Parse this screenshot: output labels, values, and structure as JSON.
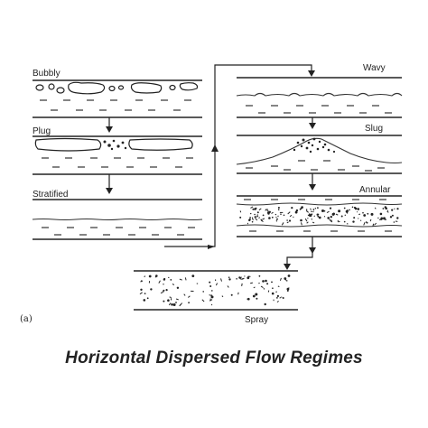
{
  "regimes": {
    "bubbly": "Bubbly",
    "plug": "Plug",
    "stratified": "Stratified",
    "wavy": "Wavy",
    "slug": "Slug",
    "annular": "Annular",
    "spray": "Spray"
  },
  "panel_label": "(a)",
  "caption": "Horizontal Dispersed Flow Regimes"
}
